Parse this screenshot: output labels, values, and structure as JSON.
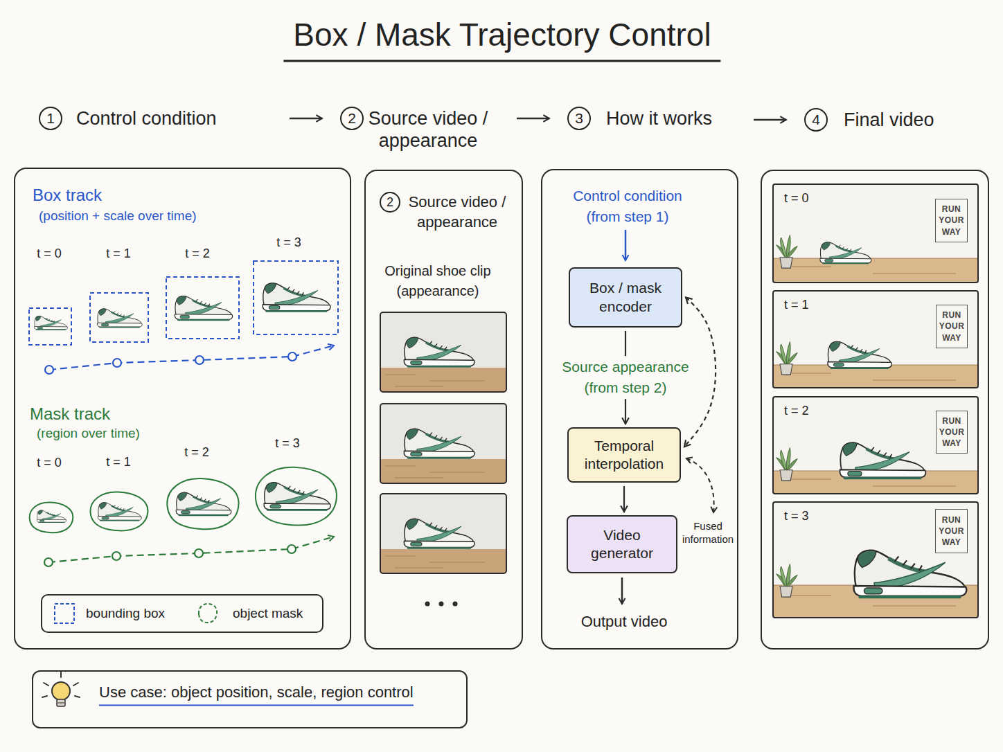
{
  "diagram": {
    "title": "Box / Mask Trajectory Control",
    "nodes": [
      {
        "text": [
          "1",
          "Control condition",
          "Box track",
          "(position + scale over time)",
          "t = 0",
          "t = 1",
          "t = 2",
          "t = 3",
          "Mask track",
          "(region over time)",
          "t = 0",
          "t = 1",
          "t = 2",
          "t = 3"
        ]
      },
      {
        "text": [
          "2",
          "Source video / appearance",
          "2",
          "Source video / appearance",
          "Original shoe clip (appearance)"
        ]
      },
      {
        "text": [
          "3",
          "How it works",
          "Control condition (from step 1)",
          "Fused information",
          "Output video"
        ]
      },
      {
        "text": [
          "Box / mask encoder"
        ],
        "in": 2
      },
      {
        "text": [
          "Temporal interpolation"
        ],
        "in": 2
      },
      {
        "text": [
          "Video generator"
        ],
        "in": 2
      },
      {
        "text": [
          "4",
          "Final video"
        ]
      },
      {
        "text": [
          "t = 0"
        ],
        "in": 6
      },
      {
        "text": [
          "RUN YOUR WAY"
        ],
        "in": 7
      },
      {
        "text": [
          "t = 1"
        ],
        "in": 6
      },
      {
        "text": [
          "RUN YOUR WAY"
        ],
        "in": 9
      },
      {
        "text": [
          "t = 2"
        ],
        "in": 6
      },
      {
        "text": [
          "RUN YOUR WAY"
        ],
        "in": 11
      },
      {
        "text": [
          "t = 3"
        ],
        "in": 6
      },
      {
        "text": [
          "RUN YOUR WAY"
        ],
        "in": 13
      },
      {
        "text": [
          "Use case: object position, scale, region control"
        ]
      }
    ],
    "edges": [
      {
        "from": 0,
        "to": 1,
        "arrow": "to"
      },
      {
        "from": 1,
        "to": 2,
        "arrow": "to"
      },
      {
        "from": 2,
        "to": 6,
        "arrow": "to"
      },
      {
        "from": 3,
        "to": 4,
        "arrow": "to",
        "label": "Source appearance (from step 2)"
      },
      {
        "from": 4,
        "to": 5,
        "arrow": "to"
      },
      {
        "from": 3,
        "to": 4,
        "arrow": "both"
      }
    ],
    "legend": [
      {
        "text": "bounding box"
      },
      {
        "text": "object mask"
      }
    ]
  }
}
